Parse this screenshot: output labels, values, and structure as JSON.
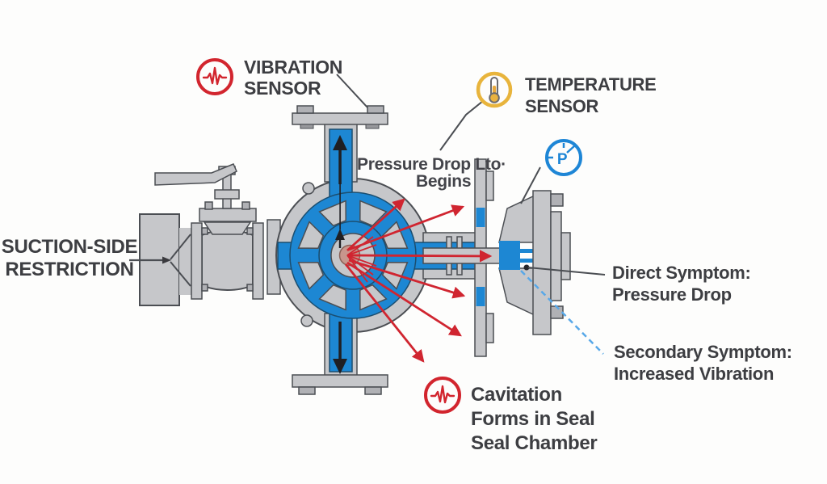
{
  "diagram": {
    "labels": {
      "vibration_sensor_line1": "VIBRATION",
      "vibration_sensor_line2": "SENSOR",
      "temperature_sensor_line1": "TEMPERATURE",
      "temperature_sensor_line2": "SENSOR",
      "pressure_drop_line1": "Pressure Drop Lto·",
      "pressure_drop_line2": "Begins",
      "suction_line1": "SUCTION-SIDE",
      "suction_line2": "RESTRICTION",
      "direct_symptom_line1": "Direct Symptom:",
      "direct_symptom_line2": "Pressure Drop",
      "secondary_symptom_line1": "Secondary Symptom:",
      "secondary_symptom_line2": "Increased Vibration",
      "cavitation_line1": "Cavitation",
      "cavitation_line2": "Forms in Seal",
      "cavitation_line3": "Seal Chamber",
      "pressure_gauge_letter": "P"
    },
    "icons": {
      "vibration_sensor_icon": "red circle with vibration waveform",
      "temperature_sensor_icon": "amber circle with thermometer",
      "pressure_gauge_icon": "blue circle with letter P gauge",
      "cavitation_icon": "red circle with vibration waveform"
    },
    "colors": {
      "pump_blue": "#1d87d3",
      "metal_gray": "#c6c7ca",
      "outline_dark": "#4b4e53",
      "arrow_red": "#d02530",
      "icon_red": "#d2252e",
      "icon_amber": "#e8b43c",
      "icon_blue": "#1e86d6",
      "dashed_blue": "#58a8e8",
      "hub_pink": "#c8968c",
      "text_dark": "#3d3e42"
    }
  }
}
